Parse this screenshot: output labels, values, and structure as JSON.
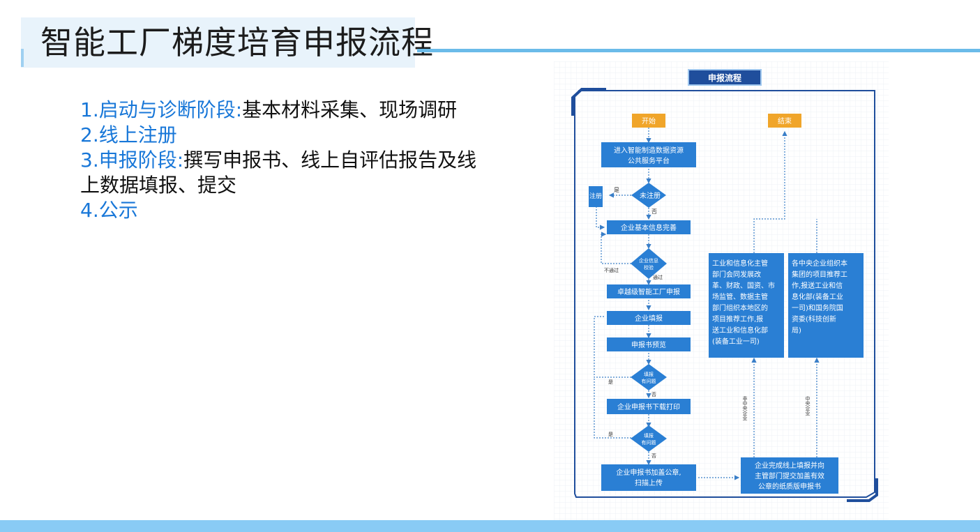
{
  "title": "智能工厂梯度培育申报流程",
  "steps": [
    {
      "num": "1.",
      "title": "启动与诊断阶段:",
      "body": "基本材料采集、现场调研"
    },
    {
      "num": "2.",
      "title": "线上注册",
      "body": ""
    },
    {
      "num": "3.",
      "title": "申报阶段:",
      "body": "撰写申报书、线上自评估报告及线上数据填报、提交"
    },
    {
      "num": "4.",
      "title": "公示",
      "body": ""
    }
  ],
  "flowchart": {
    "header": "申报流程",
    "start": "开始",
    "end": "结束",
    "platform": [
      "进入智能制造数据资源",
      "公共服务平台"
    ],
    "register_q": "未注册",
    "register": "注册",
    "yes": "是",
    "no": "否",
    "info_complete": "企业基本信息完善",
    "verify_q": [
      "企业信息",
      "校验"
    ],
    "fail": "不通过",
    "pass": "通过",
    "apply": "卓越级智能工厂申报",
    "fill": "企业填报",
    "preview": "申报书预览",
    "problem_q": [
      "填报",
      "有问题"
    ],
    "download": "企业申报书下载打印",
    "stamp": [
      "企业申报书加盖公章,",
      "扫描上传"
    ],
    "submit": [
      "企业完成线上填报并向",
      "主管部门提交加盖有效",
      "公章的纸质版申报书"
    ],
    "non_central": "非中央企业",
    "central": "中央企业",
    "miit_box": [
      "工业和信息化主管",
      "部门会同发展改",
      "革、财政、国资、市",
      "场监管、数据主管",
      "部门组织本地区的",
      "项目推荐工作,报",
      "送工业和信息化部",
      "(装备工业一司)"
    ],
    "central_box": [
      "各中央企业组织本",
      "集团的项目推荐工",
      "作,报送工业和信",
      "息化部(装备工业",
      "一司)和国务院国",
      "资委(科技创新",
      "局)"
    ]
  },
  "colors": {
    "accent": "#6bbbe9",
    "blue_text": "#1877d8",
    "node": "#2a7fd4",
    "orange": "#f0a52a",
    "navy": "#1f4e9c"
  }
}
